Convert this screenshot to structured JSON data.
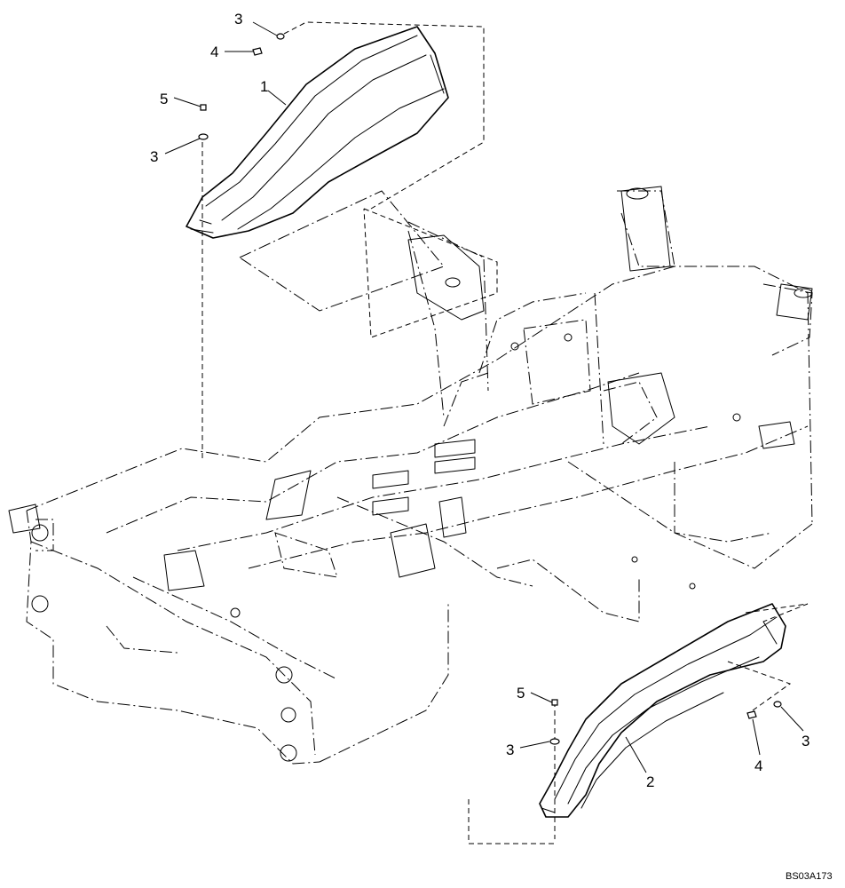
{
  "callouts": {
    "c1": "1",
    "c2": "2",
    "c3a": "3",
    "c4a": "4",
    "c5a": "5",
    "c3b": "3",
    "c5b": "5",
    "c3c": "3",
    "c4b": "4",
    "c3d": "3"
  },
  "drawing_code": "BS03A173"
}
